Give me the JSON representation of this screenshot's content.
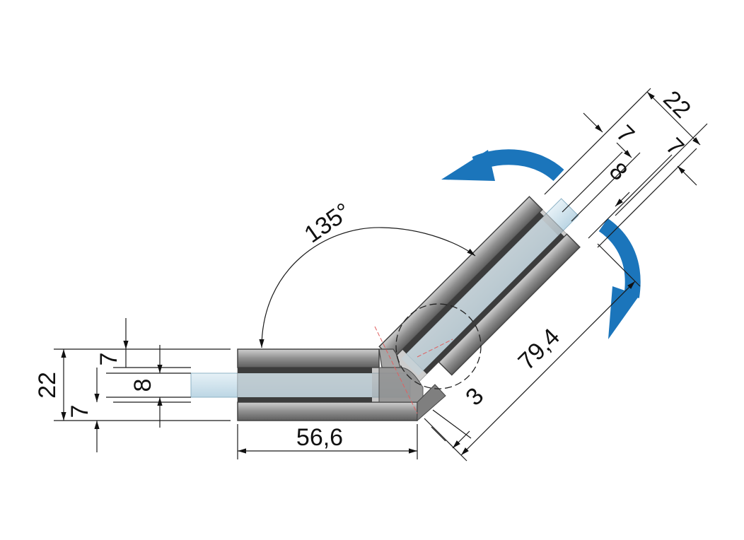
{
  "diagram": {
    "angle_label": "135°",
    "left_dims": {
      "overall_height": "22",
      "top_plate": "7",
      "bottom_plate": "7",
      "glass_gap": "8"
    },
    "bottom_length": "56,6",
    "diagonal_length": "79,4",
    "glass_offset": "3",
    "right_dims": {
      "overall_height": "22",
      "plate_a": "7",
      "plate_b": "7",
      "glass_gap": "8"
    }
  },
  "colors": {
    "arrow_blue": "#1b75bb",
    "glass": "#cfe3ee",
    "steel_dark": "#6e6e6e",
    "steel_mid": "#9a9a9a",
    "steel_light": "#d8d8d8"
  }
}
